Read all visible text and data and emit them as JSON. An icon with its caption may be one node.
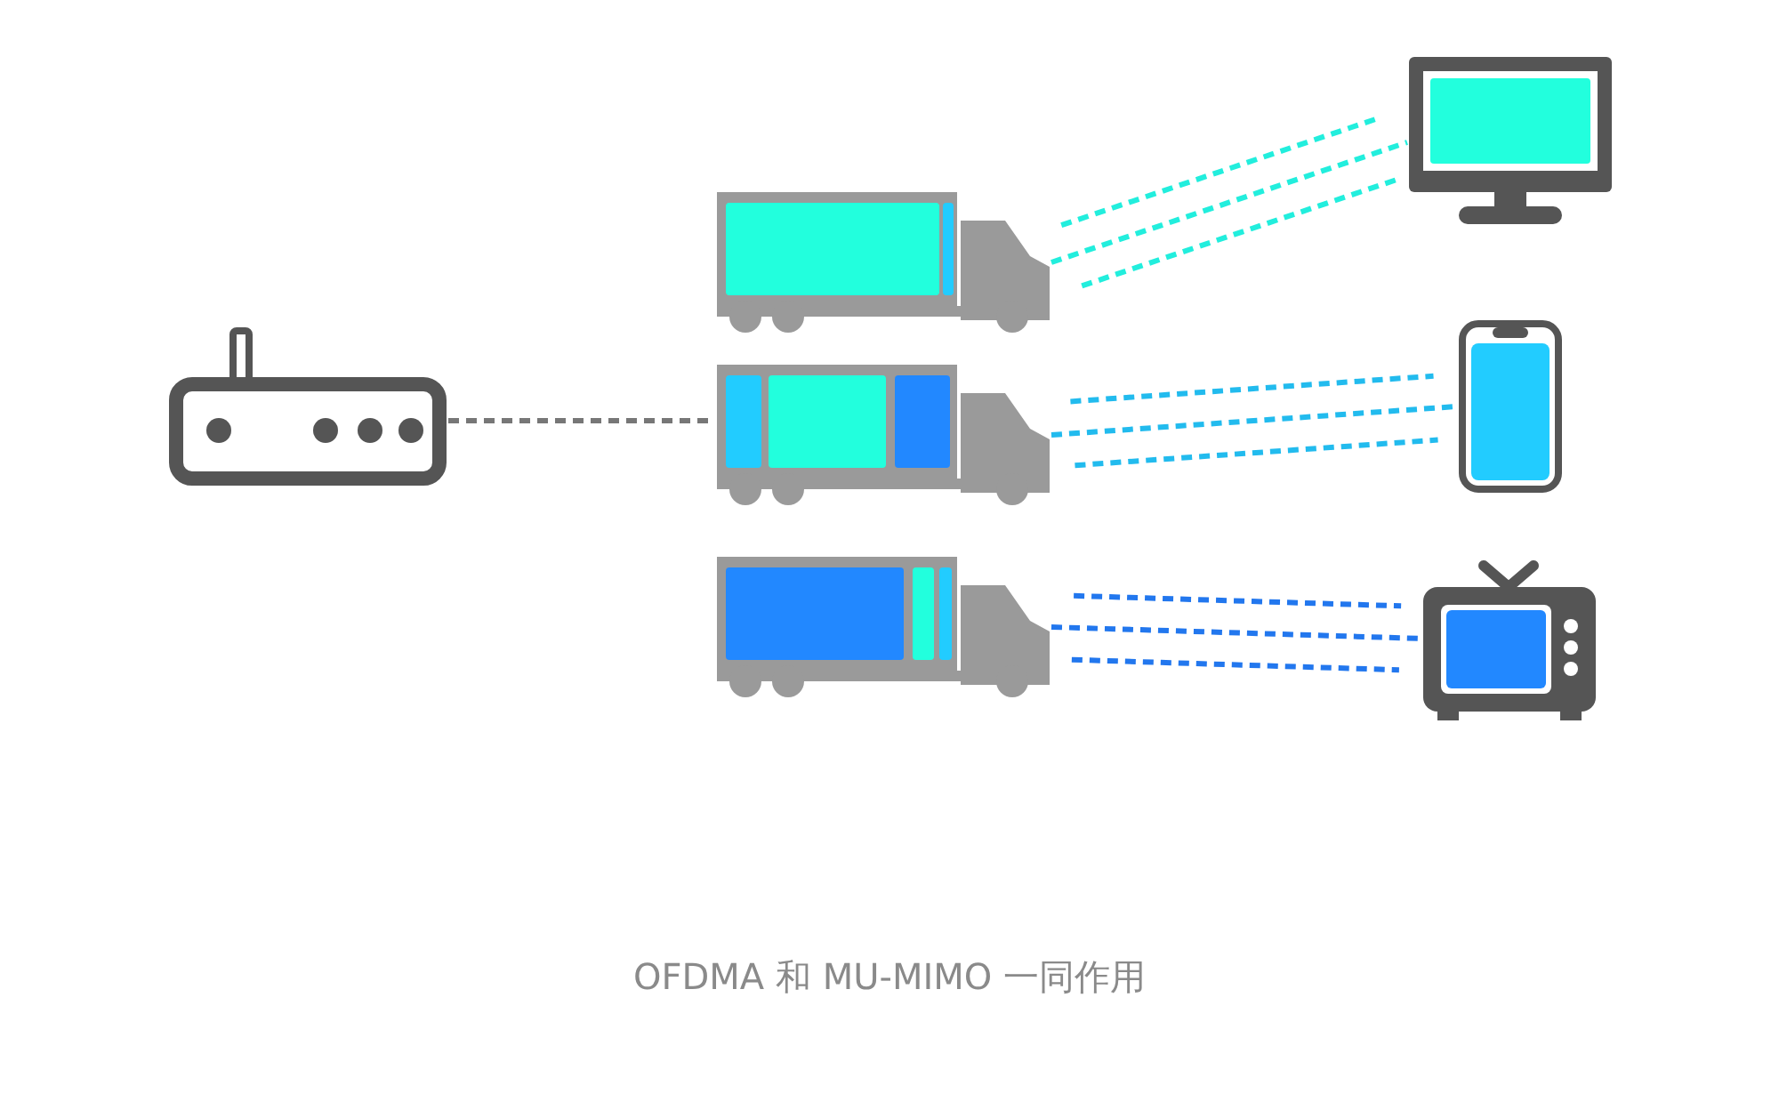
{
  "diagram": {
    "caption": "OFDMA 和 MU-MIMO 一同作用",
    "nodes": [
      {
        "text": [],
        "shape": "picture"
      },
      {
        "text": [],
        "shape": "picture"
      },
      {
        "text": [],
        "shape": "picture"
      },
      {
        "text": [],
        "shape": "picture"
      },
      {
        "text": [],
        "shape": "picture"
      },
      {
        "text": [],
        "shape": "picture"
      },
      {
        "text": [],
        "shape": "picture"
      }
    ],
    "edges": [
      {
        "from": 0,
        "to": 2,
        "arrow": "none",
        "style": "dashed",
        "color": "#777777"
      },
      {
        "from": 1,
        "to": 4,
        "arrow": "none",
        "style": "dashed",
        "color": "#22eedd"
      },
      {
        "from": 2,
        "to": 5,
        "arrow": "none",
        "style": "dashed",
        "color": "#22bbee"
      },
      {
        "from": 3,
        "to": 6,
        "arrow": "none",
        "style": "dashed",
        "color": "#2277ee"
      }
    ]
  }
}
